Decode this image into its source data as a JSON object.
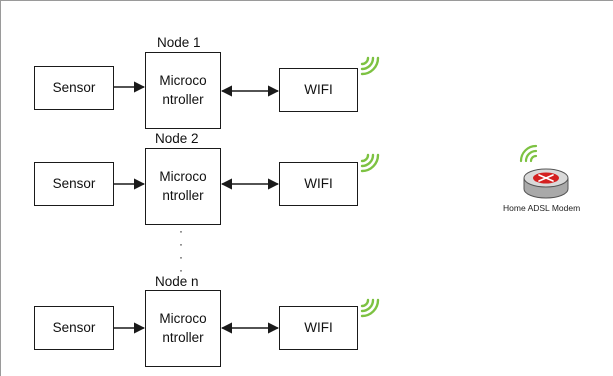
{
  "nodes": [
    {
      "title": "Node 1",
      "sensor": "Sensor",
      "mcu_line1": "Microco",
      "mcu_line2": "ntroller",
      "wifi": "WIFI"
    },
    {
      "title": "Node 2",
      "sensor": "Sensor",
      "mcu_line1": "Microco",
      "mcu_line2": "ntroller",
      "wifi": "WIFI"
    },
    {
      "title": "Node n",
      "sensor": "Sensor",
      "mcu_line1": "Microco",
      "mcu_line2": "ntroller",
      "wifi": "WIFI"
    }
  ],
  "ellipsis": [
    "·",
    "·",
    "·",
    "·"
  ],
  "modem": {
    "label": "Home ADSL Modem",
    "body_color": "#c8c8c8",
    "center_color": "#d42020"
  },
  "colors": {
    "signal": "#7dc242",
    "stroke": "#1a1a1a"
  },
  "icons": [
    "wifi-signal-icon",
    "router-icon"
  ]
}
